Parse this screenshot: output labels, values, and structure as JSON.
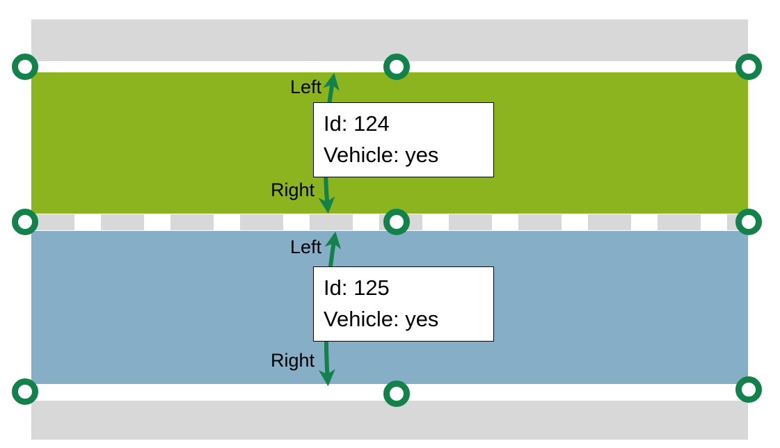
{
  "scene": {
    "background": "#ffffff",
    "shoulder_color": "#d8d8d8",
    "lane_marking_color": "#ffffff",
    "node_ring_color": "#12814a",
    "arrow_color": "#12814a"
  },
  "lanes": [
    {
      "id_text": "Id: 124",
      "vehicle_text": "Vehicle: yes",
      "left_label": "Left",
      "right_label": "Right",
      "fill_color": "#8cb41e"
    },
    {
      "id_text": "Id: 125",
      "vehicle_text": "Vehicle: yes",
      "left_label": "Left",
      "right_label": "Right",
      "fill_color": "#86aec6"
    }
  ]
}
